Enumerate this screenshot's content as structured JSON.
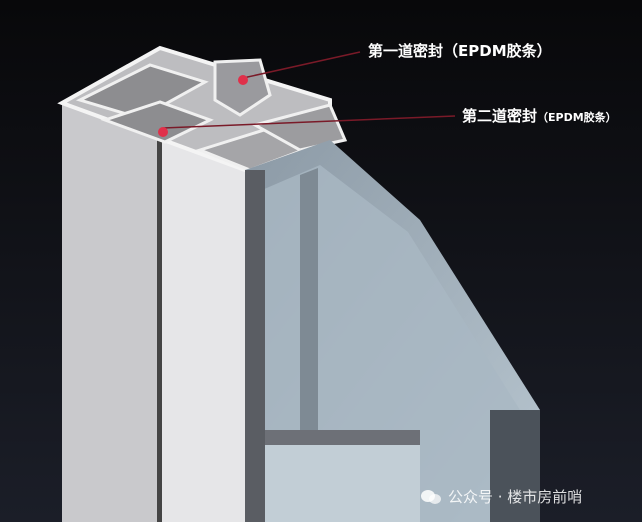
{
  "labels": {
    "seal1": {
      "main": "第一道密封",
      "sub": "（EPDM胶条）"
    },
    "seal2": {
      "main": "第二道密封",
      "sub": "（EPDM胶条）"
    }
  },
  "watermark": {
    "text": "公众号 · 楼市房前哨",
    "icon": "wechat-icon"
  },
  "colors": {
    "marker": "#e0304a",
    "leader": "#7a1a28",
    "background": "#0c0c0f"
  }
}
